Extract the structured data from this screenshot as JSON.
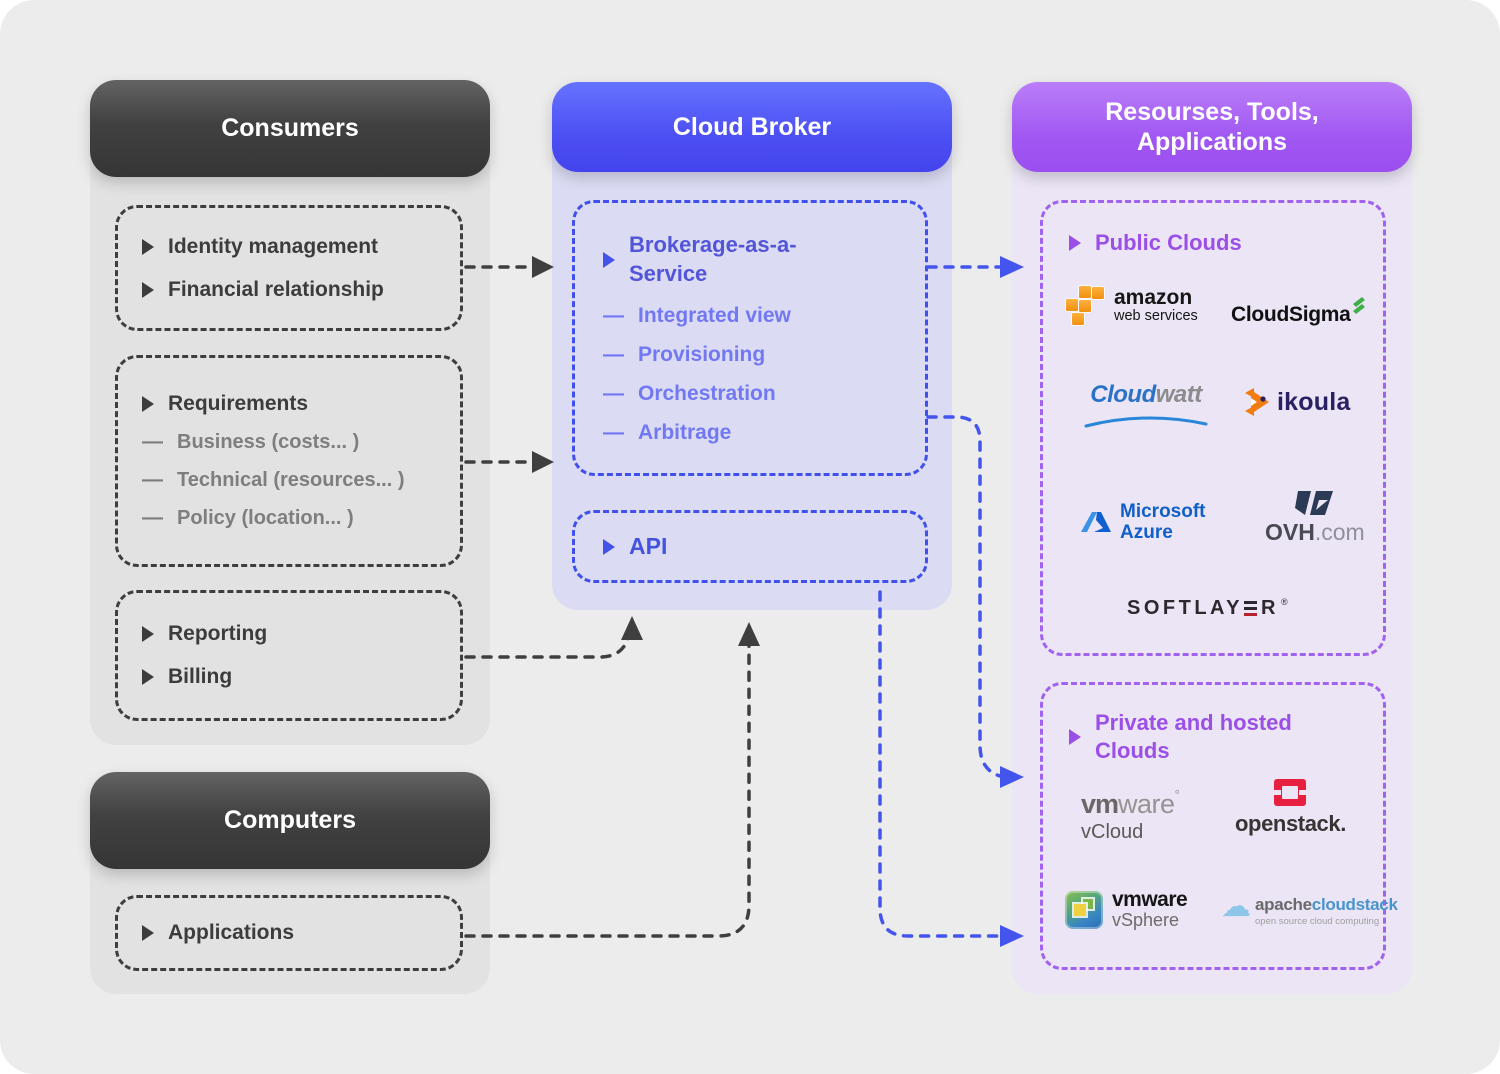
{
  "colors": {
    "canvas_bg": "#ececec",
    "dark_header": "#3f3f3f",
    "blue_accent": "#4355ec",
    "purple_accent": "#9b4fe6",
    "aws_orange": "#f2900f",
    "openstack_red": "#e8203f",
    "azure_blue": "#1160c8",
    "ikoula_navy": "#2a2164",
    "cloudsigma_green": "#3eb049",
    "softlayer_red": "#b5242c"
  },
  "consumers": {
    "title": "Consumers",
    "identity_box": {
      "items": [
        "Identity management",
        "Financial relationship"
      ]
    },
    "requirements_box": {
      "heading": "Requirements",
      "items": [
        "Business (costs... )",
        "Technical (resources... )",
        "Policy (location... )"
      ]
    },
    "reporting_box": {
      "items": [
        "Reporting",
        "Billing"
      ]
    }
  },
  "computers": {
    "title": "Computers",
    "applications_box": {
      "items": [
        "Applications"
      ]
    }
  },
  "broker": {
    "title": "Cloud Broker",
    "baas_box": {
      "heading": "Brokerage-as-a-Service",
      "items": [
        "Integrated view",
        "Provisioning",
        "Orchestration",
        "Arbitrage"
      ]
    },
    "api_box": {
      "heading": "API"
    }
  },
  "resources": {
    "title": "Resourses, Tools, Applications",
    "public_box": {
      "heading": "Public Clouds",
      "logos": {
        "aws": {
          "line1": "amazon",
          "line2": "web services"
        },
        "cloudsigma": {
          "label": "CloudSigma"
        },
        "cloudwatt": {
          "part1": "Cloud",
          "part2": "watt"
        },
        "ikoula": {
          "label": "ikoula"
        },
        "azure": {
          "line1": "Microsoft",
          "line2": "Azure"
        },
        "ovh": {
          "part1": "OVH",
          "part2": ".com"
        },
        "softlayer": {
          "pre": "SOFTLAY",
          "post": "R",
          "reg": "®"
        }
      }
    },
    "private_box": {
      "heading": "Private and hosted Clouds",
      "logos": {
        "vcloud": {
          "part1": "vm",
          "part2": "ware",
          "deg": "°",
          "sub": "vCloud"
        },
        "openstack": {
          "label": "openstack."
        },
        "vsphere": {
          "line1": "vmware",
          "line2": "vSphere"
        },
        "cloudstack": {
          "part1": "apache",
          "part2": "cloudstack",
          "sub": "open source cloud computing"
        }
      }
    }
  }
}
